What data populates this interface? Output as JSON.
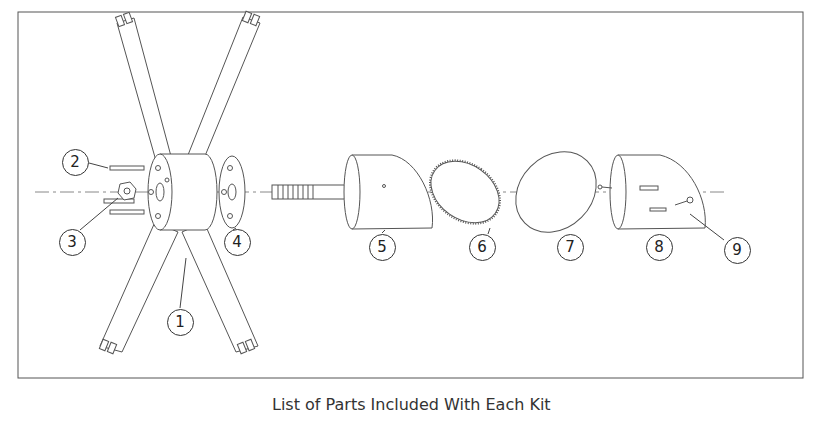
{
  "diagram": {
    "caption": "List of Parts Included With Each Kit",
    "nodes": [
      {
        "text": [
          "1"
        ]
      },
      {
        "text": [
          "2"
        ]
      },
      {
        "text": [
          "3"
        ]
      },
      {
        "text": [
          "4"
        ]
      },
      {
        "text": [
          "5"
        ]
      },
      {
        "text": [
          "6"
        ]
      },
      {
        "text": [
          "7"
        ]
      },
      {
        "text": [
          "8"
        ]
      },
      {
        "text": [
          "9"
        ]
      }
    ]
  }
}
